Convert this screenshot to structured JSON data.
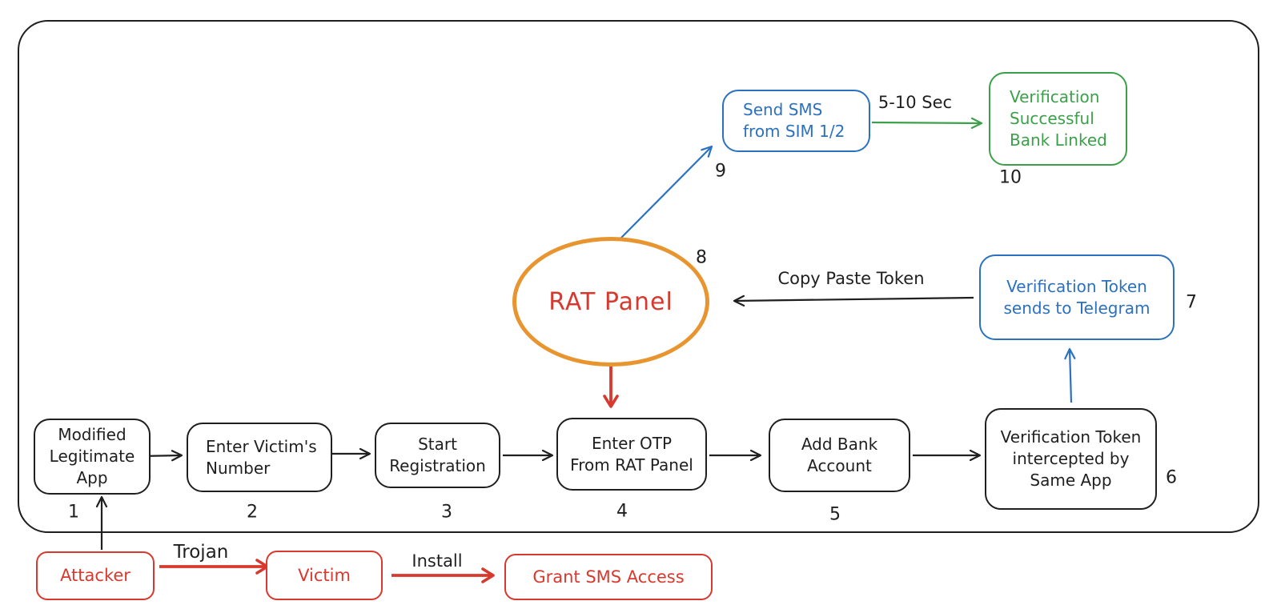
{
  "diagram": {
    "nodes": {
      "modified_app": {
        "label": "Modified\nLegitimate\nApp",
        "number": "1"
      },
      "enter_number": {
        "label": "Enter Victim's\nNumber",
        "number": "2"
      },
      "start_registration": {
        "label": "Start\nRegistration",
        "number": "3"
      },
      "enter_otp": {
        "label": "Enter OTP\nFrom RAT Panel",
        "number": "4"
      },
      "add_bank": {
        "label": "Add Bank\nAccount",
        "number": "5"
      },
      "intercepted": {
        "label": "Verification Token\nintercepted by\nSame App",
        "number": "6"
      },
      "telegram": {
        "label": "Verification Token\nsends to Telegram",
        "number": "7"
      },
      "rat_panel": {
        "label": "RAT Panel",
        "number": "8"
      },
      "send_sms": {
        "label": "Send SMS\nfrom SIM 1/2",
        "number": "9"
      },
      "success": {
        "label": "Verification\nSuccessful\nBank Linked",
        "number": "10"
      },
      "attacker": {
        "label": "Attacker"
      },
      "victim": {
        "label": "Victim"
      },
      "grant_sms": {
        "label": "Grant SMS Access"
      }
    },
    "edge_labels": {
      "trojan": "Trojan",
      "install": "Install",
      "copy_paste_token": "Copy Paste Token",
      "delay": "5-10 Sec"
    },
    "colors": {
      "ink": "#1f1f1f",
      "blue": "#2b71c0",
      "green": "#3ca04a",
      "red": "#d8392e",
      "orange": "#e8952f"
    }
  }
}
